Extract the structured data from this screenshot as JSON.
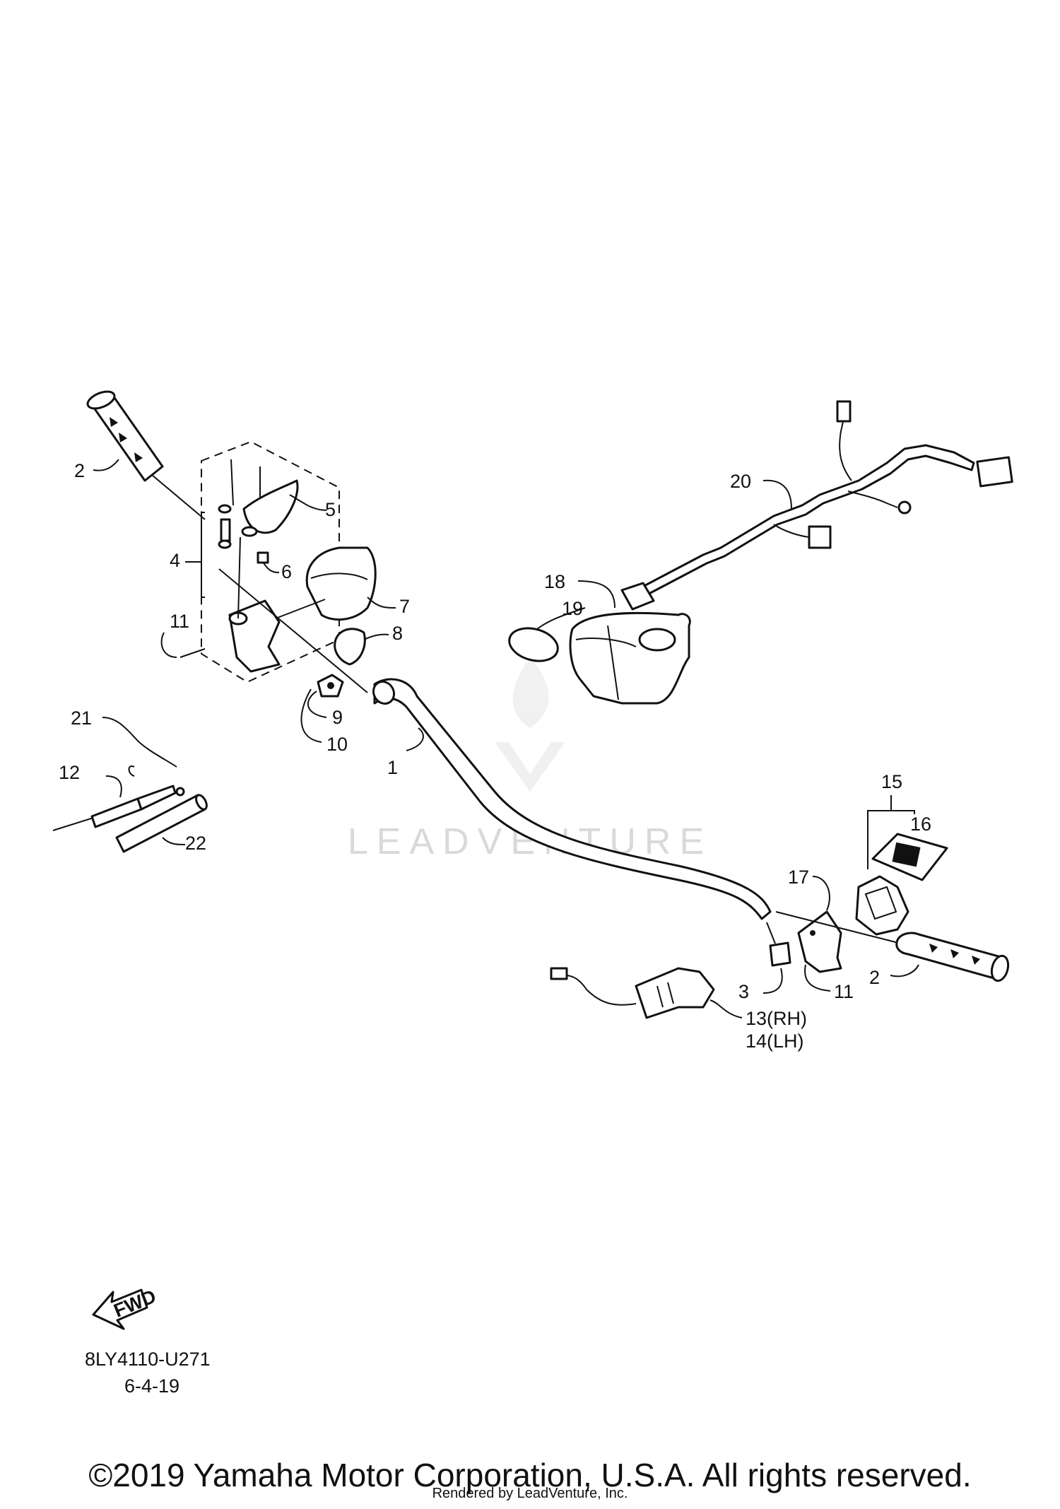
{
  "diagram": {
    "labels": {
      "p1": "1",
      "p2a": "2",
      "p2b": "2",
      "p3": "3",
      "p4": "4",
      "p5": "5",
      "p6": "6",
      "p7": "7",
      "p8": "8",
      "p9": "9",
      "p10": "10",
      "p11a": "11",
      "p11b": "11",
      "p12": "12",
      "p13": "13(RH)",
      "p14": "14(LH)",
      "p15": "15",
      "p16": "16",
      "p17": "17",
      "p18": "18",
      "p19": "19",
      "p20": "20",
      "p21": "21",
      "p22": "22"
    },
    "fwd_label": "FWD",
    "watermark": "LEADVENTURE"
  },
  "footer": {
    "drawing_code": "8LY4110-U271",
    "drawing_date": "6-4-19",
    "copyright": "©2019 Yamaha Motor Corporation, U.S.A. All rights reserved.",
    "rendered_by": "Rendered by LeadVenture, Inc."
  }
}
